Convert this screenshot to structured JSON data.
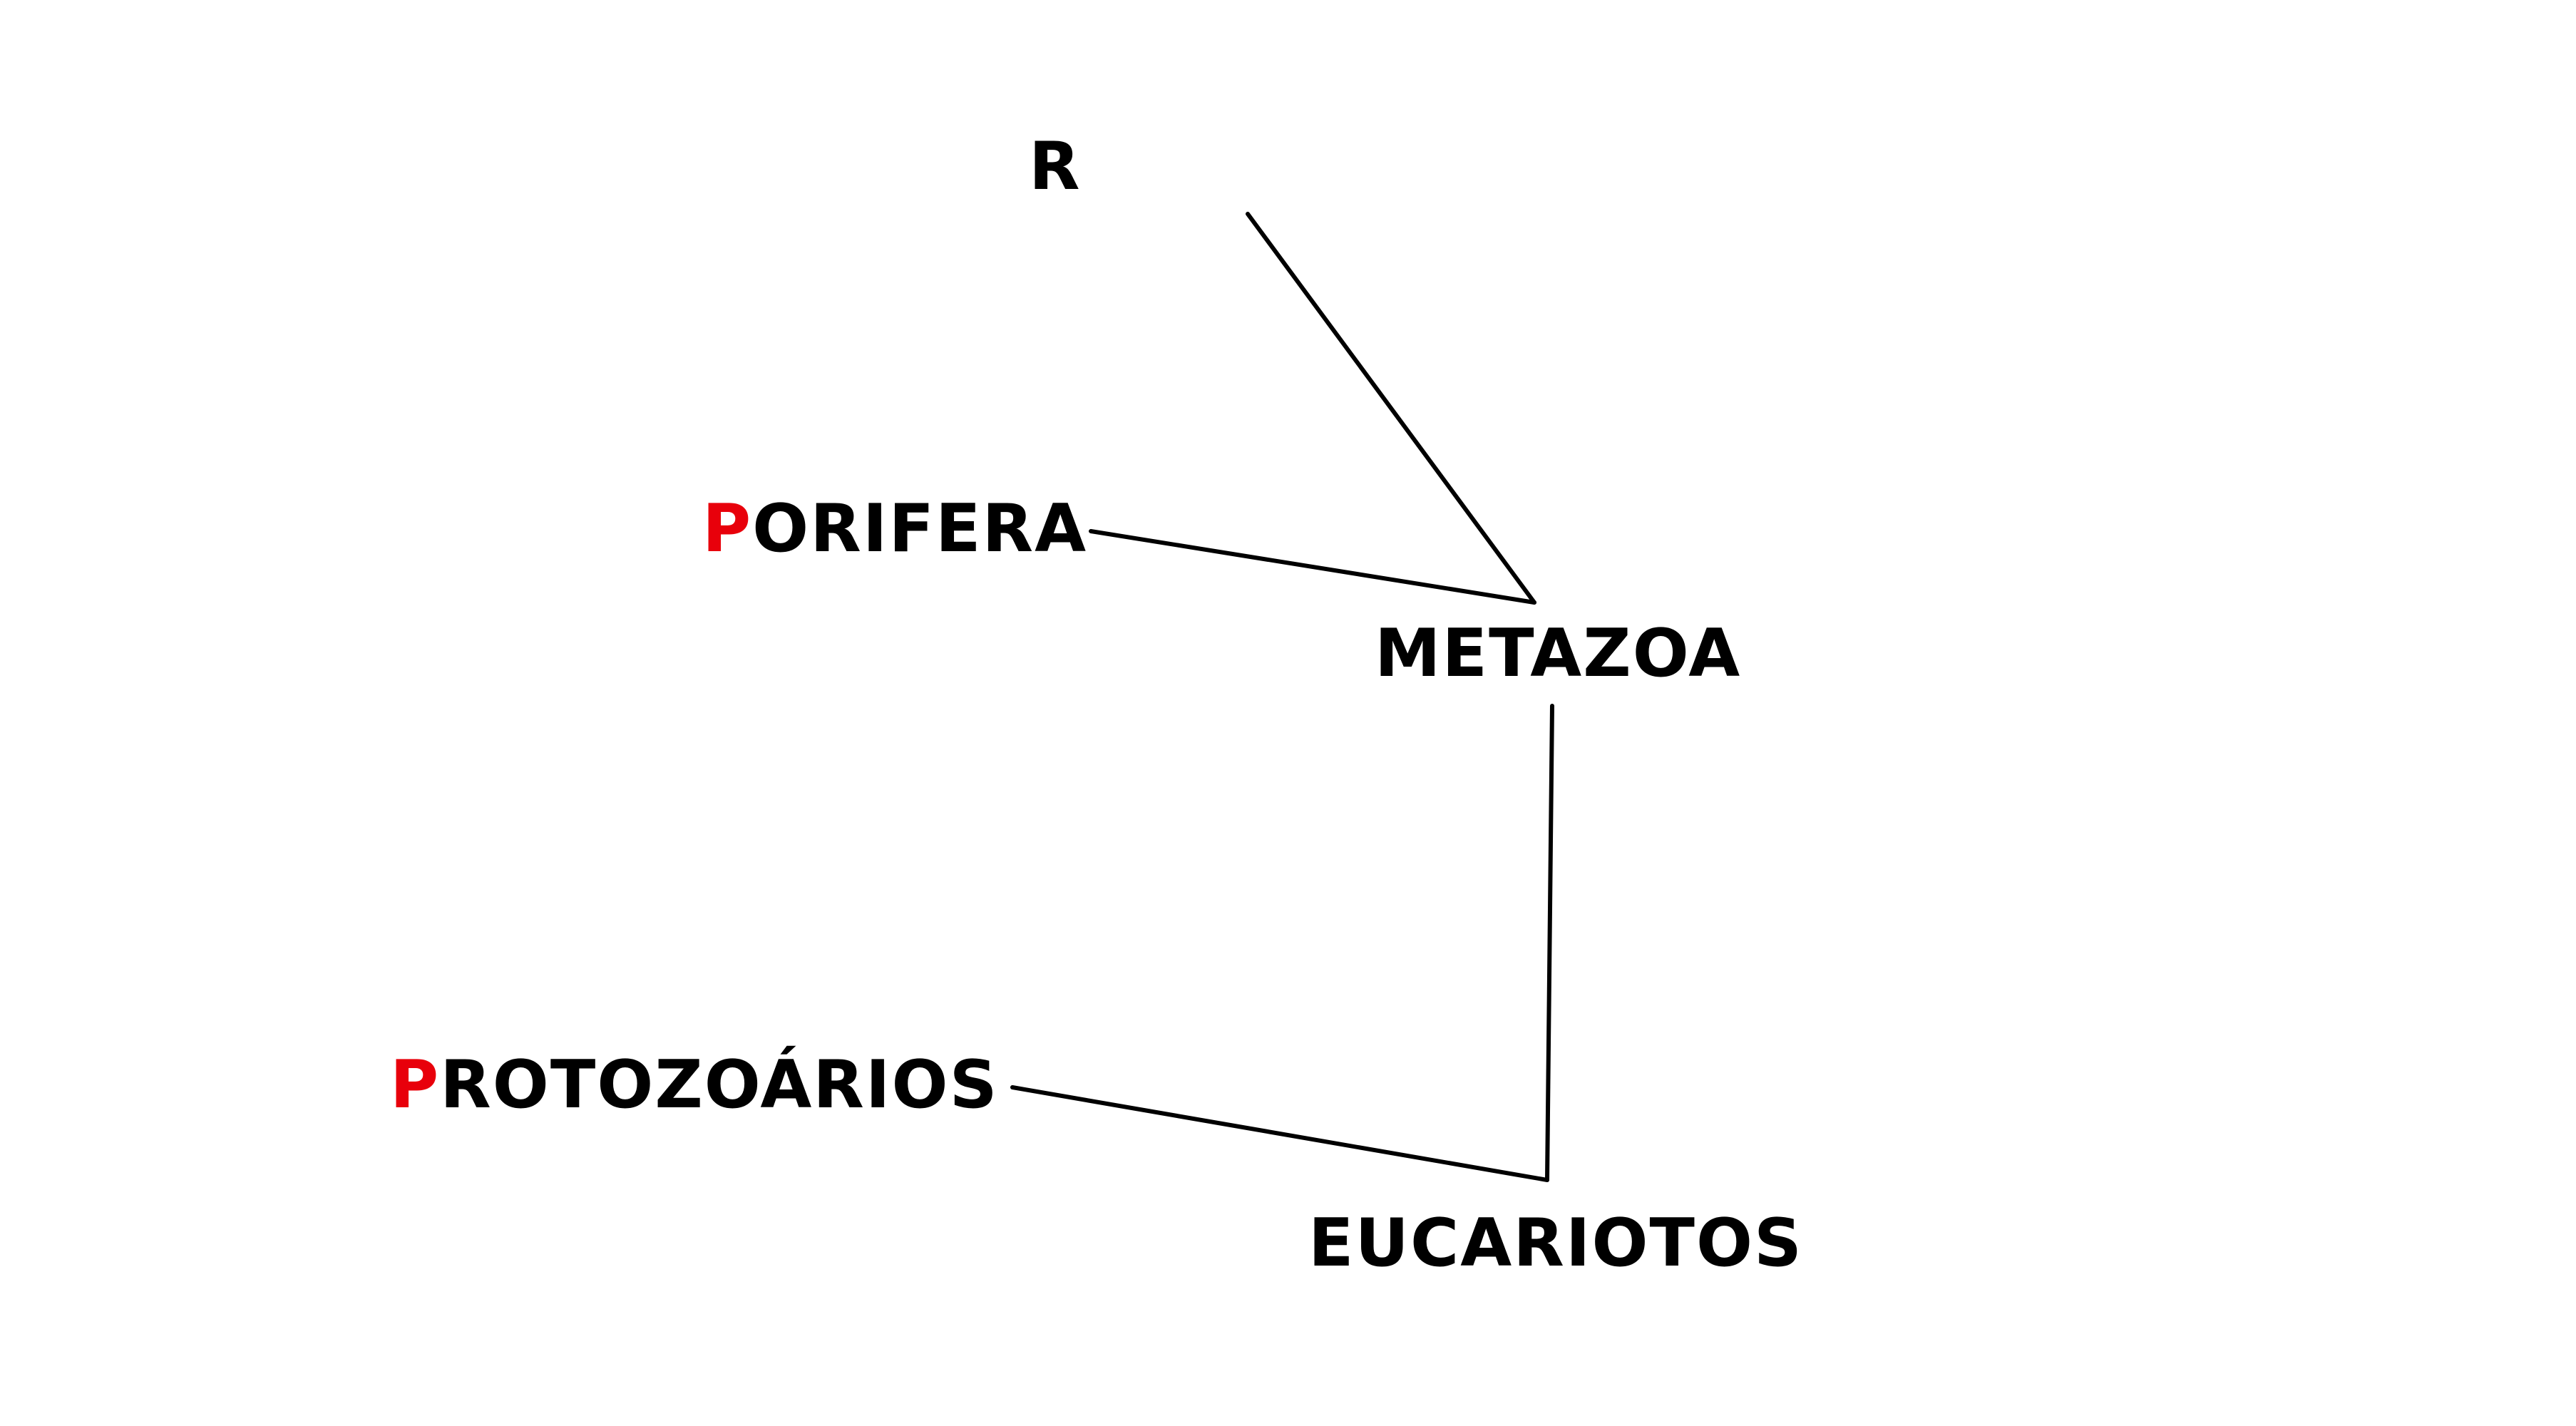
{
  "diagram": {
    "nodes": {
      "r": {
        "text": "R"
      },
      "porifera": {
        "initial": "P",
        "rest": "ORIFERA"
      },
      "metazoa": {
        "text": "METAZOA"
      },
      "protozoarios": {
        "initial": "P",
        "rest": "ROTOZOÁRIOS"
      },
      "eucariotos": {
        "text": "EUCARIOTOS"
      }
    },
    "edges": [
      {
        "from": "r",
        "to": "metazoa"
      },
      {
        "from": "porifera",
        "to": "metazoa"
      },
      {
        "from": "metazoa",
        "to": "eucariotos"
      },
      {
        "from": "protozoarios",
        "to": "eucariotos"
      }
    ],
    "colors": {
      "text": "#000000",
      "highlight_initial": "#e8000b",
      "lines": "#000000",
      "background": "#ffffff"
    }
  }
}
